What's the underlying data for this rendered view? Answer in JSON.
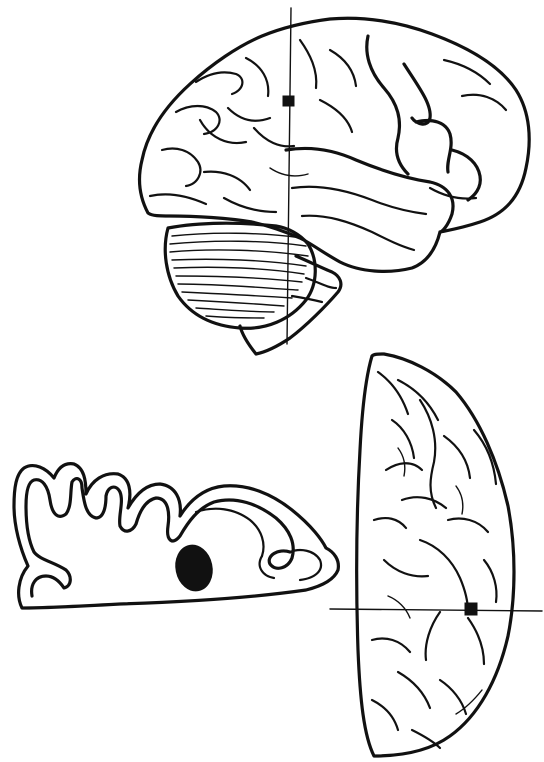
{
  "figure": {
    "panels": [
      {
        "id": "lateral-view",
        "description_visible": false
      },
      {
        "id": "coronal-section",
        "description_visible": false
      },
      {
        "id": "dorsal-hemisphere",
        "description_visible": false
      }
    ],
    "colors": {
      "ink": "#111111",
      "paper": "#ffffff"
    },
    "marks": [
      "lesion-marker-lateral",
      "lesion-blob-section",
      "lesion-marker-dorsal"
    ]
  }
}
